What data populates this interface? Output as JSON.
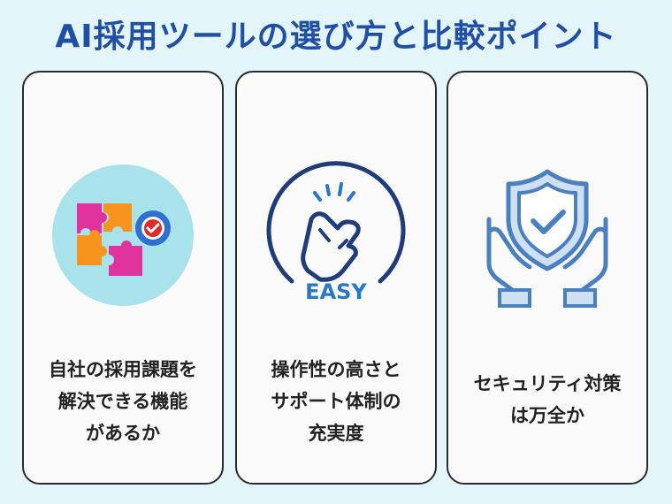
{
  "title": "AI採用ツールの選び方と比較ポイント",
  "cards": [
    {
      "icon": "puzzle-check-icon",
      "lines": [
        "自社の採用課題を",
        "解決できる機能",
        "があるか"
      ]
    },
    {
      "icon": "easy-hand-icon",
      "badge": "EASY",
      "lines": [
        "操作性の高さと",
        "サポート体制の",
        "充実度"
      ]
    },
    {
      "icon": "shield-hands-icon",
      "lines": [
        "セキュリティ対策",
        "は万全か"
      ]
    }
  ],
  "colors": {
    "background": "#e4f5fa",
    "title": "#1f4fa6",
    "card_border": "#2b2b2b",
    "navy": "#1f3d7a",
    "badge_blue": "#2a78c4",
    "shield_blue": "#4a7fc1"
  }
}
